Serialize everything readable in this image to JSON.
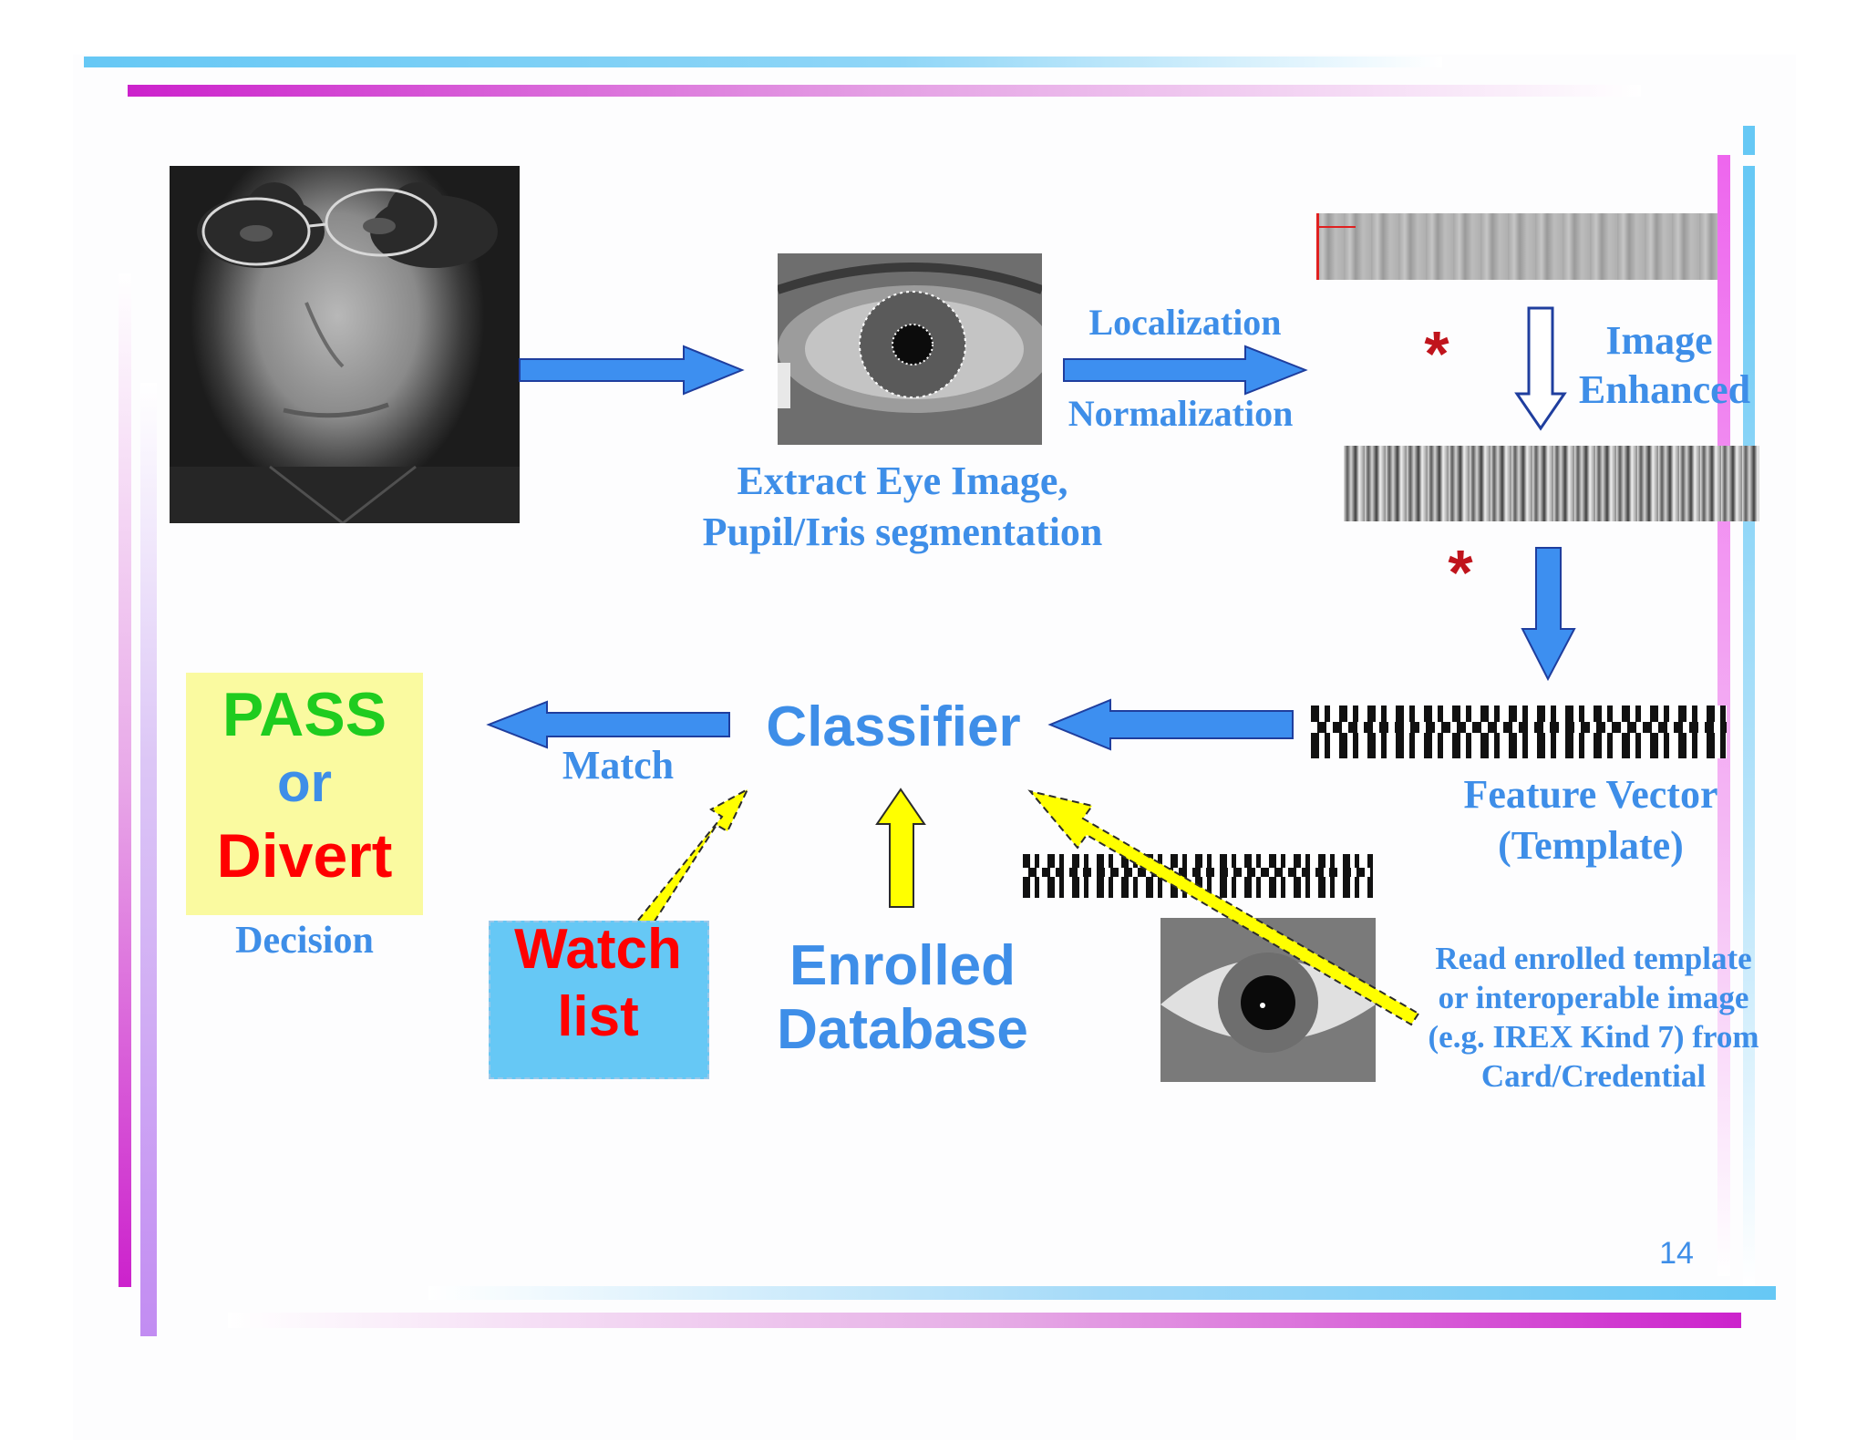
{
  "slide": {
    "page_number": "14",
    "colors": {
      "blue_text": "#3e8ee8",
      "magenta": "#cc22cc",
      "cyan": "#66c8f5",
      "arrow_blue": "#3d8ff0",
      "arrow_yellow": "#ffff00",
      "asterisk_red": "#c0141c",
      "pass_green": "#1fcc1f",
      "divert_red": "#ff0000"
    }
  },
  "steps": {
    "extract_line1": "Extract Eye Image,",
    "extract_line2": "Pupil/Iris segmentation",
    "localization": "Localization",
    "normalization": "Normalization",
    "image_line1": "Image",
    "image_line2": "Enhanced",
    "asterisk": "*",
    "feature_line1": "Feature Vector",
    "feature_line2": "(Template)",
    "classifier": "Classifier",
    "match": "Match",
    "enrolled_line1": "Enrolled",
    "enrolled_line2": "Database",
    "watch_line1": "Watch",
    "watch_line2": "list",
    "read_line1": "Read  enrolled  template",
    "read_line2": "or  interoperable  image",
    "read_line3": "(e.g. IREX Kind 7) from",
    "read_line4": "Card/Credential"
  },
  "decision": {
    "pass": "PASS",
    "or": "or",
    "divert": "Divert",
    "label": "Decision"
  },
  "images": [
    "face-photo",
    "eye-segmentation-photo",
    "normalized-iris-strip",
    "enhanced-iris-strip",
    "iris-code-template",
    "stored-iris-code",
    "card-eye-image"
  ]
}
